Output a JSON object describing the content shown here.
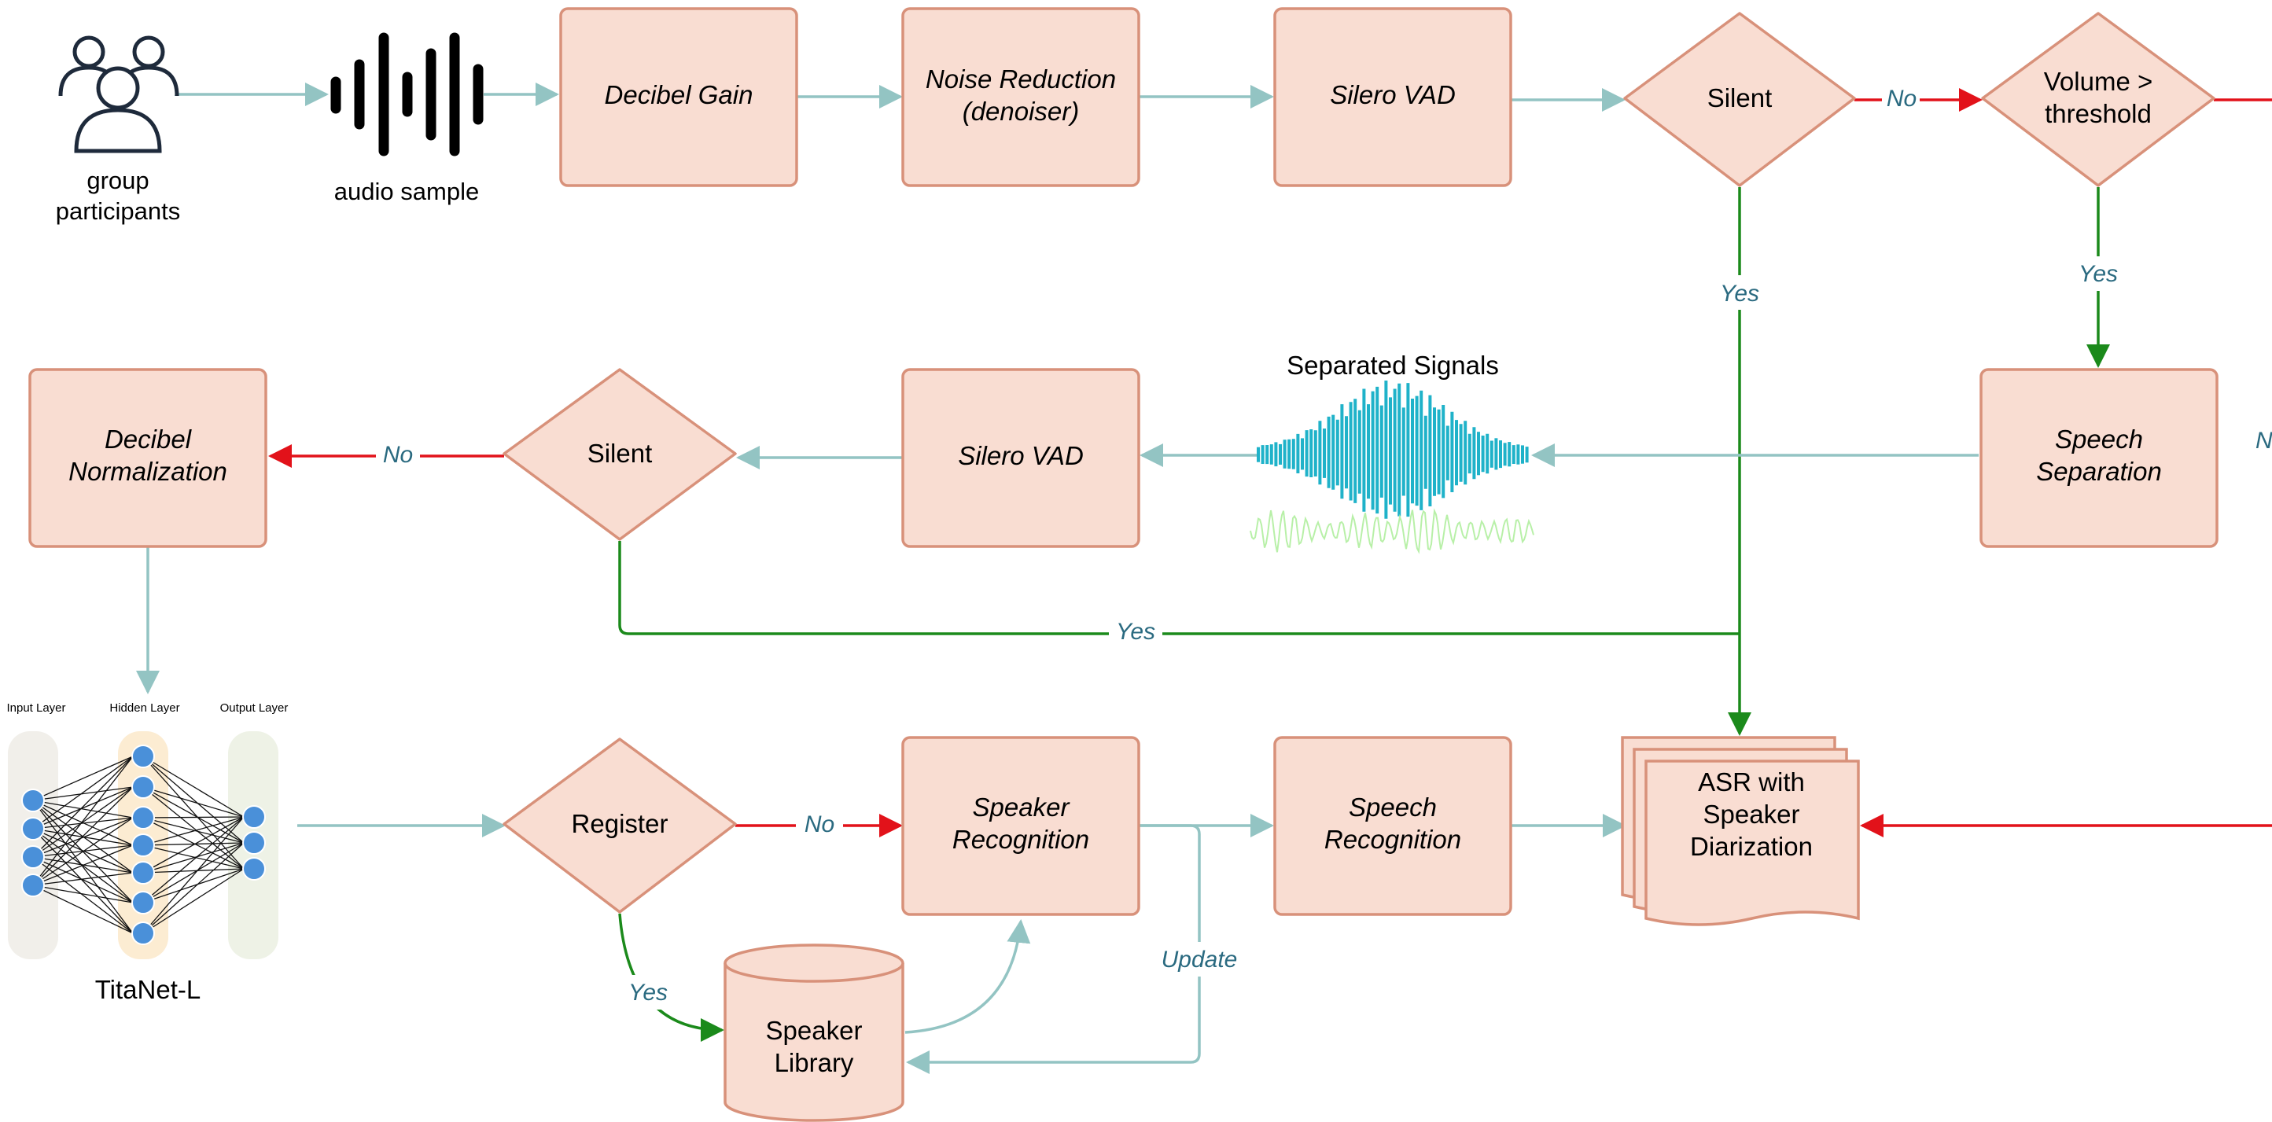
{
  "diagram": {
    "participants_label_1": "group",
    "participants_label_2": "participants",
    "audio_label": "audio sample",
    "decibel_gain": "Decibel Gain",
    "noise_reduction_1": "Noise Reduction",
    "noise_reduction_2": "(denoiser)",
    "silero_vad_top": "Silero VAD",
    "silent_top": "Silent",
    "volume_1": "Volume >",
    "volume_2": "threshold",
    "speech_separation_1": "Speech",
    "speech_separation_2": "Separation",
    "separated_signals": "Separated Signals",
    "silero_vad_mid": "Silero VAD",
    "silent_mid": "Silent",
    "decibel_norm_1": "Decibel",
    "decibel_norm_2": "Normalization",
    "nn_input": "Input Layer",
    "nn_hidden": "Hidden Layer",
    "nn_output": "Output Layer",
    "titanet": "TitaNet-L",
    "register": "Register",
    "speaker_recognition_1": "Speaker",
    "speaker_recognition_2": "Recognition",
    "speech_recognition_1": "Speech",
    "speech_recognition_2": "Recognition",
    "asr_1": "ASR with",
    "asr_2": "Speaker",
    "asr_3": "Diarization",
    "library_1": "Speaker",
    "library_2": "Library"
  },
  "edges": {
    "no_silent_top": "No",
    "yes_silent_top": "Yes",
    "yes_volume": "Yes",
    "no_volume": "N",
    "no_silent_mid": "No",
    "yes_silent_mid": "Yes",
    "no_register": "No",
    "yes_register": "Yes",
    "update": "Update"
  },
  "colors": {
    "box_fill": "#f9ddd2",
    "box_stroke": "#d8917a",
    "flow_arrow": "#93c4c3",
    "no_arrow": "#e2121a",
    "yes_arrow": "#1b8a1b",
    "edge_label": "#2a6a80",
    "signal_blue": "#1fb2c9",
    "signal_green": "#b8f0a8",
    "neuron": "#4a90d9"
  }
}
